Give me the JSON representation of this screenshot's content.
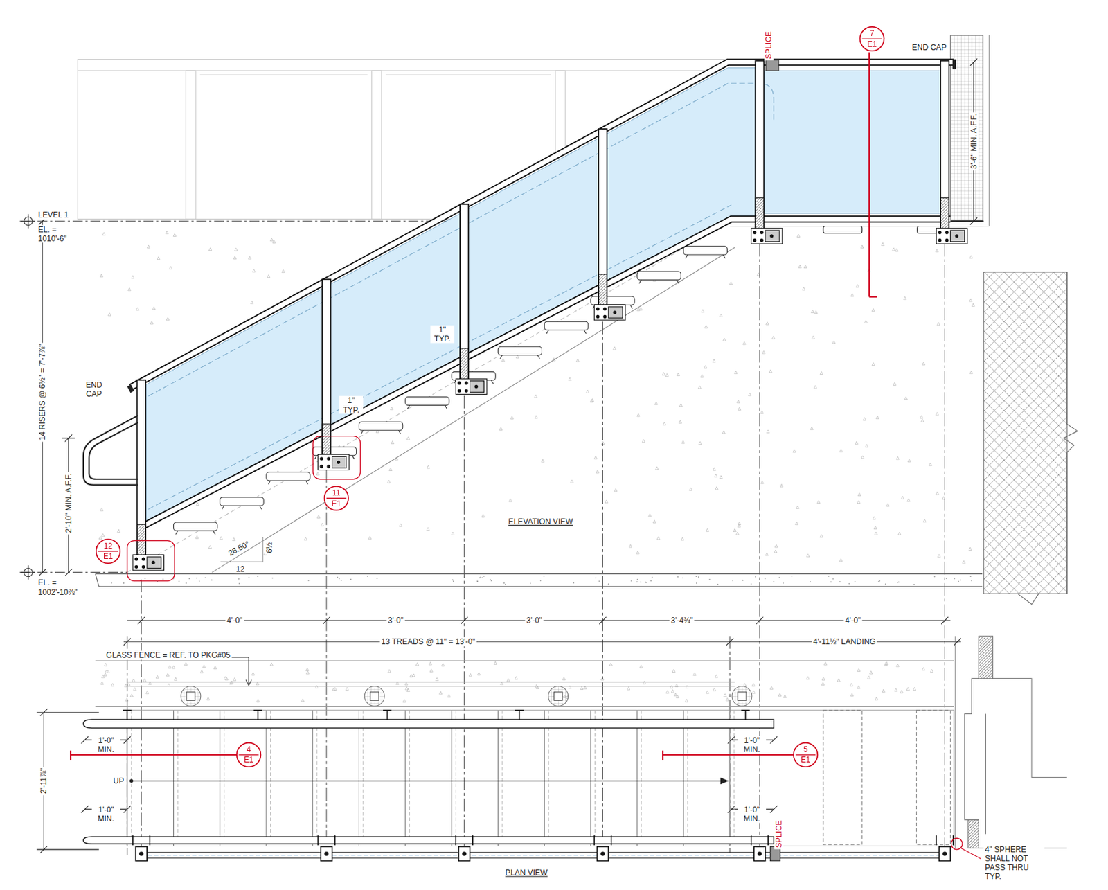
{
  "diagram": {
    "nodes": [
      {
        "text": [
          "7",
          "E1"
        ]
      },
      {
        "text": [
          "11",
          "E1"
        ]
      },
      {
        "text": [
          "12",
          "E1"
        ]
      },
      {
        "text": [
          "4",
          "E1"
        ]
      },
      {
        "text": [
          "5",
          "E1"
        ]
      }
    ],
    "labels": [
      "LEVEL 1",
      "EL. = 1010'-6\"",
      "14 RISERS @ 6½\" = 7'-7⅞\"",
      "END CAP",
      "2'-10\" MIN. A.F.F.",
      "EL. = 1002'-10⅞\"",
      "28.50°",
      "6½",
      "12",
      "1\" TYP.",
      "1\" TYP.",
      "ELEVATION VIEW",
      "END CAP",
      "3'-6\" MIN. A.F.F.",
      "SPLICE",
      "4'-0\"",
      "3'-0\"",
      "3'-0\"",
      "3'-4¾\"",
      "4'-0\"",
      "13 TREADS @ 11\" = 13'-0\"",
      "4'-11½\" LANDING",
      "GLASS FENCE = REF. TO PKG#05",
      "2'-11⅞\"",
      "1'-0\" MIN.",
      "1'-0\" MIN.",
      "UP",
      "1'-0\" MIN.",
      "1'-0\" MIN.",
      "SPLICE",
      "4\" SPHERE SHALL NOT PASS THRU TYP.",
      "PLAN VIEW"
    ]
  }
}
